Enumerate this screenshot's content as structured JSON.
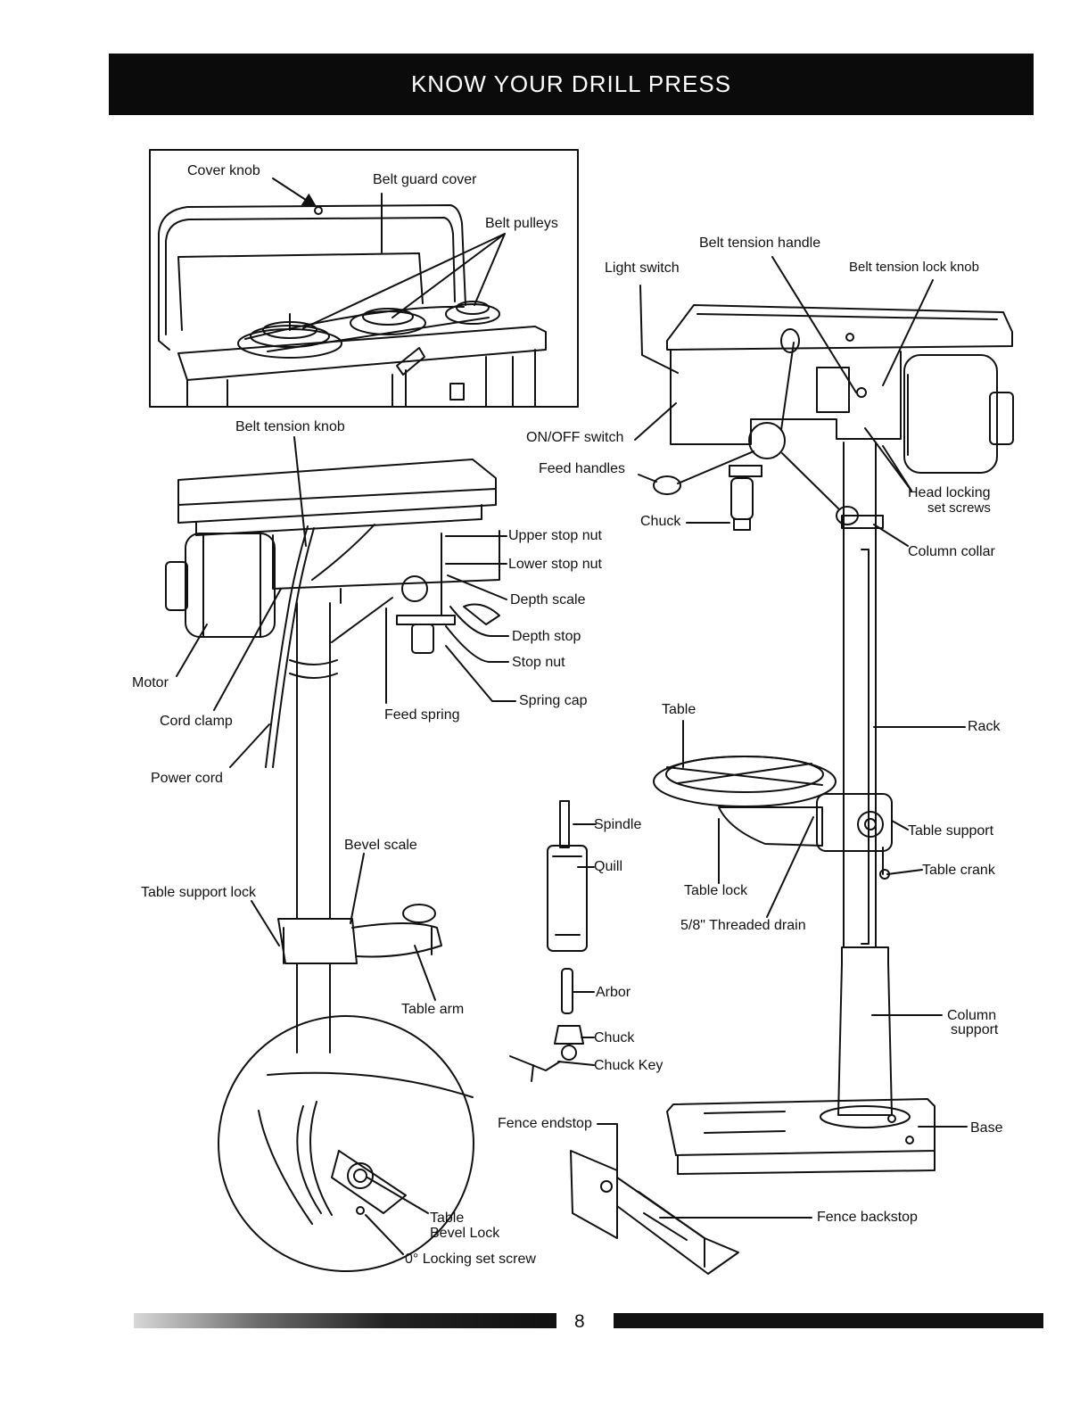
{
  "page": {
    "header_title": "KNOW YOUR DRILL PRESS",
    "page_number": "8"
  },
  "labels": {
    "cover_knob": "Cover knob",
    "belt_guard_cover": "Belt guard cover",
    "belt_pulleys": "Belt pulleys",
    "belt_tension_knob": "Belt tension knob",
    "upper_stop_nut": "Upper stop nut",
    "lower_stop_nut": "Lower stop nut",
    "depth_scale": "Depth scale",
    "depth_stop": "Depth stop",
    "stop_nut": "Stop nut",
    "spring_cap": "Spring cap",
    "motor": "Motor",
    "cord_clamp": "Cord clamp",
    "feed_spring": "Feed spring",
    "power_cord": "Power cord",
    "bevel_scale": "Bevel scale",
    "table_support_lock": "Table support lock",
    "table_arm": "Table arm",
    "table_bevel_lock_1": "Table",
    "table_bevel_lock_2": "Bevel Lock",
    "locking_set_screw": "0° Locking set screw",
    "belt_tension_handle": "Belt tension handle",
    "light_switch": "Light switch",
    "belt_tension_lock_knob": "Belt tension lock knob",
    "on_off_switch": "ON/OFF switch",
    "feed_handles": "Feed handles",
    "chuck_top": "Chuck",
    "head_locking_1": "Head locking",
    "head_locking_2": "set screws",
    "column_collar": "Column collar",
    "table": "Table",
    "rack": "Rack",
    "spindle": "Spindle",
    "quill": "Quill",
    "table_support": "Table support",
    "table_crank": "Table crank",
    "table_lock": "Table lock",
    "threaded_drain": "5/8\" Threaded drain",
    "arbor": "Arbor",
    "chuck": "Chuck",
    "chuck_key": "Chuck Key",
    "column_support_1": "Column",
    "column_support_2": "support",
    "base": "Base",
    "fence_endstop": "Fence endstop",
    "fence_backstop": "Fence backstop"
  }
}
